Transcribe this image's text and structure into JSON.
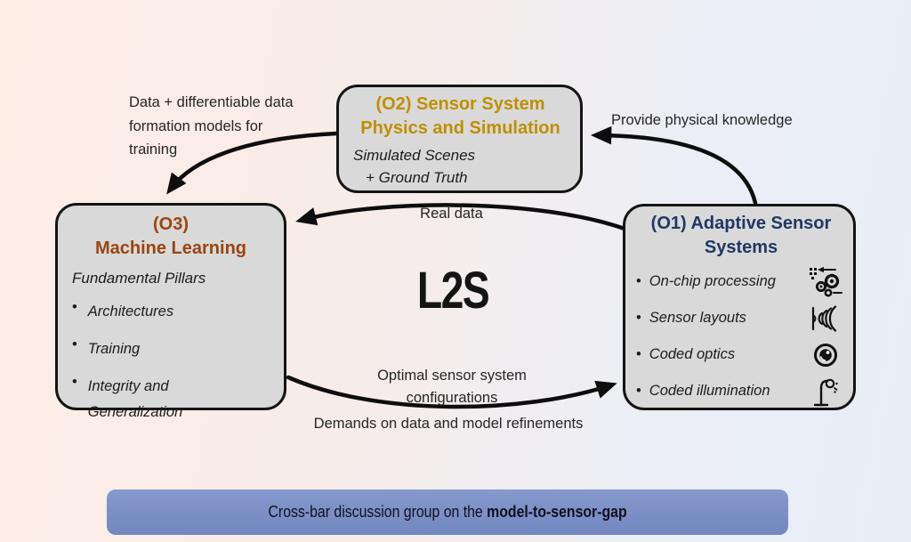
{
  "center_label": "L2S",
  "boxes": {
    "o2": {
      "title_line1": "(O2) Sensor System",
      "title_line2": "Physics and  Simulation",
      "subtitle_line1": "Simulated Scenes",
      "subtitle_line2": "+ Ground Truth"
    },
    "o3": {
      "title_line1": "(O3)",
      "title_line2": "Machine Learning",
      "subtitle": "Fundamental Pillars",
      "bullets": [
        "Architectures",
        "Training",
        "Integrity and\nGeneralization"
      ]
    },
    "o1": {
      "title_line1": "(O1) Adaptive Sensor",
      "title_line2": "Systems",
      "bullets": [
        {
          "label": "On-chip processing",
          "icon": "gears-icon"
        },
        {
          "label": "Sensor layouts",
          "icon": "sound-waves-icon"
        },
        {
          "label": "Coded optics",
          "icon": "aperture-icon"
        },
        {
          "label": "Coded illumination",
          "icon": "lamp-icon"
        }
      ]
    }
  },
  "arrows": {
    "o2_to_o3_label": "Data + differentiable data\nformation models for\ntraining",
    "o1_to_o2_label": "Provide physical knowledge",
    "o1_to_o3_label": "Real data",
    "o3_to_o1_label": "Optimal sensor system\nconfigurations",
    "o3_to_o1_sublabel": "Demands on data and model refinements"
  },
  "footer": {
    "text_prefix": "Cross-bar discussion group on the ",
    "text_bold": "model-to-sensor-gap"
  },
  "colors": {
    "o2_title": "#BF8F00",
    "o3_title": "#9A4511",
    "o1_title": "#1F3864",
    "box_fill": "#d9d9d9",
    "box_border": "#141414",
    "footer_bar": "#7E93C8",
    "background_left": "#FDEEE6",
    "background_right": "#E8EEF7"
  }
}
